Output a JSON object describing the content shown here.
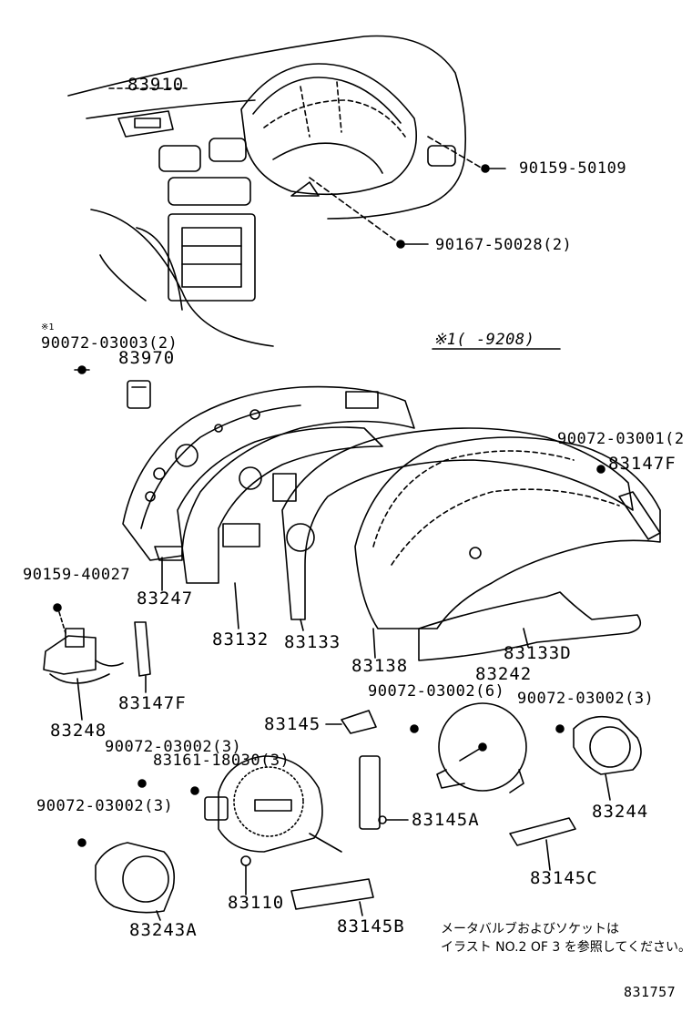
{
  "labels": {
    "p83910": "83910",
    "p90159_50109": "90159-50109",
    "p90167_50028": "90167-50028(2)",
    "star_mark": "※1",
    "p90072_03003": "90072-03003(2)",
    "p83970": "83970",
    "range_note": "※1(    -9208)",
    "p90072_03001": "90072-03001(2",
    "p83147F_top": "83147F",
    "p90159_40027": "90159-40027",
    "p83247": "83247",
    "p83132": "83132",
    "p83133": "83133",
    "p83138": "83138",
    "p83133D": "83133D",
    "p83242": "83242",
    "p83248": "83248",
    "p83147F_bottom": "83147F",
    "p83145": "83145",
    "p90072_03002_6": "90072-03002(6)",
    "p90072_03002_3_right": "90072-03002(3)",
    "p83244": "83244",
    "p90072_03002_3_mid": "90072-03002(3)",
    "p83161_18030": "83161-18030(3)",
    "p90072_03002_3_left": "90072-03002(3)",
    "p83145A": "83145A",
    "p83145C": "83145C",
    "p83110": "83110",
    "p83243A": "83243A",
    "p83145B": "83145B",
    "diagram_id": "831757"
  },
  "note": {
    "line1": "メータバルブおよびソケットは",
    "line2": "イラスト NO.2 OF 3 を参照してください。"
  }
}
